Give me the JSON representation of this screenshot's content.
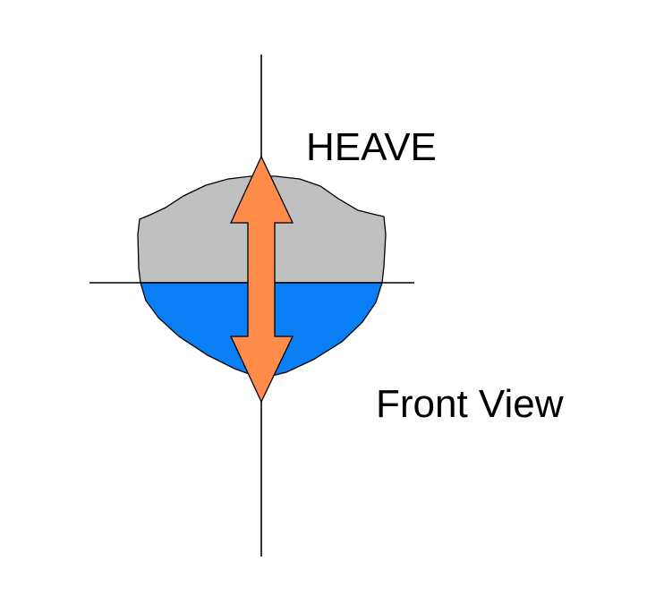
{
  "labels": {
    "motion": "HEAVE",
    "view": "Front View"
  },
  "colors": {
    "hull_above_water": "#c0c0c0",
    "hull_below_water": "#0a7ff5",
    "arrow_fill": "#ff8c4a",
    "outline": "#000000",
    "background": "#ffffff"
  },
  "icons": {
    "arrow": "double-headed-vertical-arrow"
  }
}
